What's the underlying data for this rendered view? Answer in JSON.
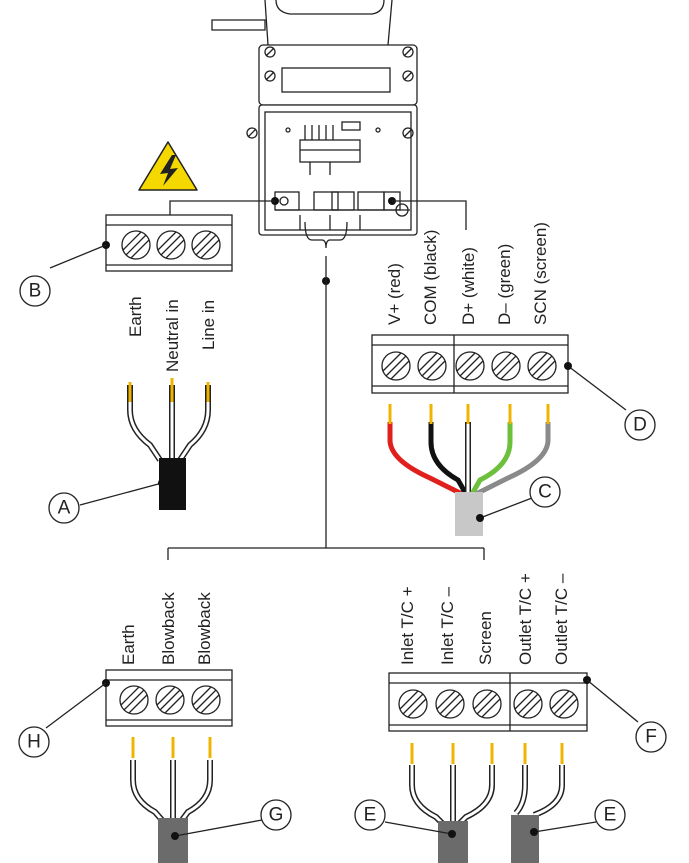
{
  "callouts": {
    "a": "A",
    "b": "B",
    "c": "C",
    "d": "D",
    "e1": "E",
    "e2": "E",
    "f": "F",
    "g": "G",
    "h": "H"
  },
  "mains_terminal": {
    "labels": [
      "Earth",
      "Neutral in",
      "Line in"
    ]
  },
  "signal_terminal": {
    "labels": [
      "V+ (red)",
      "COM (black)",
      "D+ (white)",
      "D– (green)",
      "SCN (screen)"
    ]
  },
  "blowback_terminal": {
    "labels": [
      "Earth",
      "Blowback",
      "Blowback"
    ]
  },
  "thermocouple_terminal": {
    "labels": [
      "Inlet T/C +",
      "Inlet T/C –",
      "Screen",
      "Outlet T/C +",
      "Outlet T/C –"
    ]
  },
  "colors": {
    "warning": "#f5d800",
    "red_wire": "#e0201c",
    "green_wire": "#6cc03c",
    "grey_wire": "#8a8a8a",
    "conductor_tip": "#f0b400",
    "cable_dark": "#6b6b6b",
    "cable_light": "#c8c8c8"
  },
  "icons": {
    "warning": "high-voltage-warning-icon"
  }
}
